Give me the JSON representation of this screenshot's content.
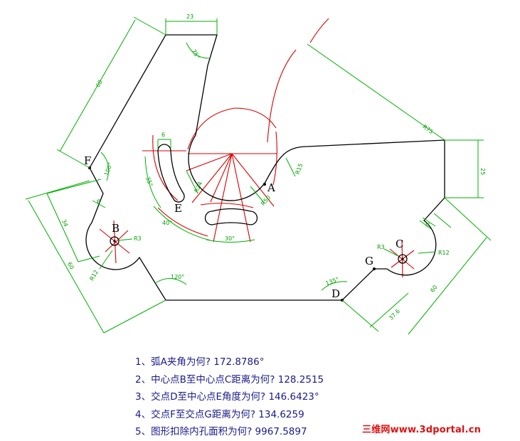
{
  "labels": {
    "A": "A",
    "B": "B",
    "C": "C",
    "D": "D",
    "E": "E",
    "F": "F",
    "G": "G"
  },
  "dimensions": {
    "top_width": "23",
    "angle_top": "75°",
    "left_slant": "60",
    "right_top_slant": "R75",
    "height_right": "25",
    "r15": "R15",
    "angle_f": "100°",
    "hole_e_width": "6",
    "angle_35": "35°",
    "r24": "R24",
    "r50": "R50",
    "angle_40": "40°",
    "angle_30": "30°",
    "left_34": "34",
    "left_6": "6",
    "left_60": "60",
    "r3_b": "R3",
    "r12_b": "R12",
    "angle_d_left": "120°",
    "angle_d_right": "135°",
    "r3_c": "R3",
    "r12_c": "R12",
    "c_6": "6",
    "right_60": "60",
    "right_37_6": "37.6"
  },
  "questions": [
    "1、弧A夹角为何? 172.8786°",
    "2、中心点B至中心点C距离为何? 128.2515",
    "3、交点D至中心点E角度为何? 146.6423°",
    "4、交点F至交点G距离为何? 134.6259",
    "5、图形扣除内孔面积为何? 9967.5897"
  ],
  "watermark": "三维网www.3dportal.cn",
  "colors": {
    "outline": "#000000",
    "dimension": "#00b000",
    "construction": "#d80000",
    "question_text": "#1a1a8c",
    "watermark": "#e01010"
  }
}
